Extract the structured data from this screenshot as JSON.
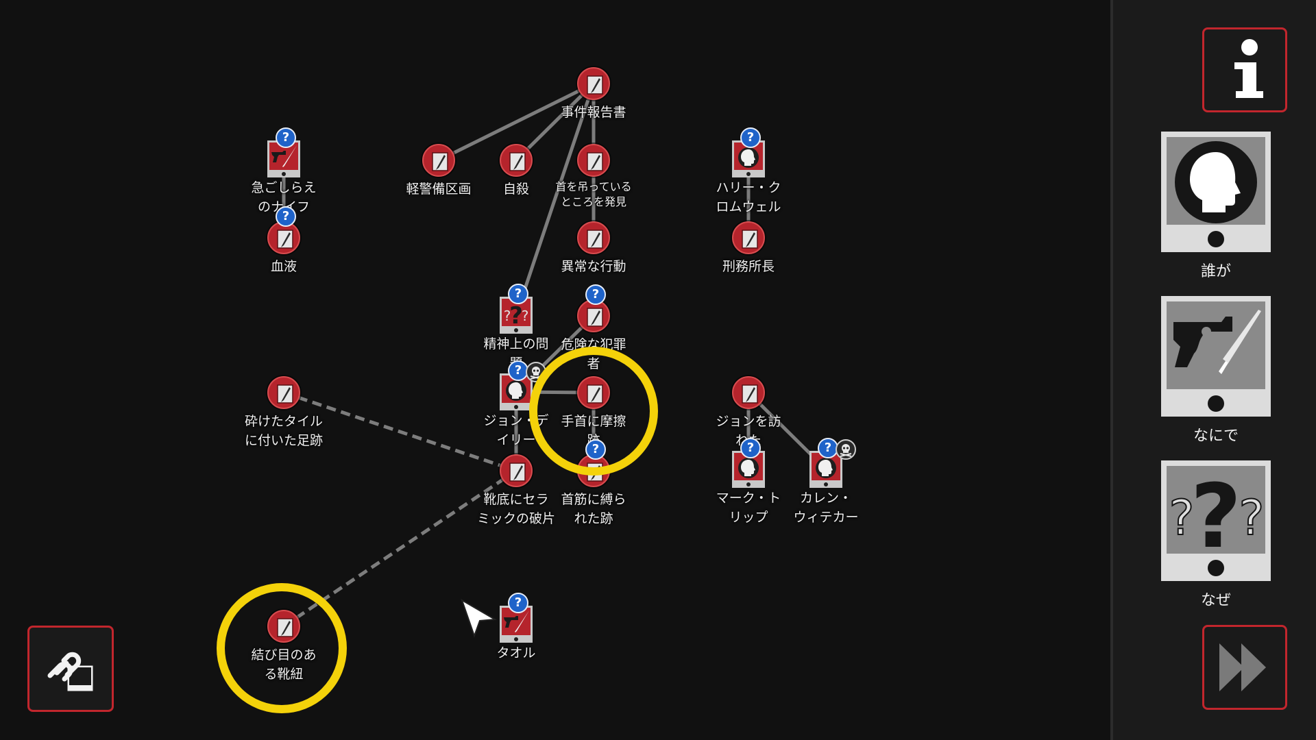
{
  "sidebar": {
    "info_icon": "info-icon",
    "cards": [
      {
        "id": "who",
        "label": "誰が",
        "icon": "head-silhouette-icon"
      },
      {
        "id": "how",
        "label": "なにで",
        "icon": "gun-knife-icon"
      },
      {
        "id": "why",
        "label": "なぜ",
        "icon": "question-marks-icon"
      }
    ],
    "next_icon": "fast-forward-icon"
  },
  "link_button_icon": "link-copy-icon",
  "nodes": [
    {
      "id": "incident-report",
      "label": "事件報告書",
      "type": "doc",
      "q": false,
      "skull": false
    },
    {
      "id": "hasty-knife",
      "label": "急ごしらえ\nのナイフ",
      "type": "weapon",
      "q": true,
      "skull": false
    },
    {
      "id": "light-security",
      "label": "軽警備区画",
      "type": "doc",
      "q": false,
      "skull": false
    },
    {
      "id": "suicide",
      "label": "自殺",
      "type": "doc",
      "q": false,
      "skull": false
    },
    {
      "id": "found-hanging",
      "label": "首を吊っている\nところを発見",
      "type": "doc",
      "q": false,
      "skull": false,
      "small": true
    },
    {
      "id": "harry-cromwell",
      "label": "ハリー・ク\nロムウェル",
      "type": "person",
      "q": true,
      "skull": false
    },
    {
      "id": "blood",
      "label": "血液",
      "type": "doc",
      "q": true,
      "skull": false
    },
    {
      "id": "unusual-behavior",
      "label": "異常な行動",
      "type": "doc",
      "q": false,
      "skull": false
    },
    {
      "id": "warden",
      "label": "刑務所長",
      "type": "doc",
      "q": false,
      "skull": false
    },
    {
      "id": "mental-problem",
      "label": "精神上の問\n題",
      "type": "motive",
      "q": true,
      "skull": false
    },
    {
      "id": "dangerous-criminal",
      "label": "危険な犯罪\n者",
      "type": "doc",
      "q": true,
      "skull": false
    },
    {
      "id": "footprint-tile",
      "label": "砕けたタイル\nに付いた足跡",
      "type": "doc",
      "q": false,
      "skull": false
    },
    {
      "id": "john-daily",
      "label": "ジョン・デ\nイリー",
      "type": "person",
      "q": true,
      "skull": true
    },
    {
      "id": "wrist-abrasion",
      "label": "手首に摩擦\n跡",
      "type": "doc",
      "q": false,
      "skull": false
    },
    {
      "id": "visited-john",
      "label": "ジョンを訪\nねた",
      "type": "doc",
      "q": false,
      "skull": false
    },
    {
      "id": "ceramic-shard",
      "label": "靴底にセラ\nミックの破片",
      "type": "doc",
      "q": false,
      "skull": false
    },
    {
      "id": "neck-marks",
      "label": "首筋に縛ら\nれた跡",
      "type": "doc",
      "q": true,
      "skull": false
    },
    {
      "id": "mark-tripp",
      "label": "マーク・ト\nリップ",
      "type": "person",
      "q": true,
      "skull": false
    },
    {
      "id": "karen-whitaker",
      "label": "カレン・\nウィテカー",
      "type": "person",
      "q": true,
      "skull": true
    },
    {
      "id": "knotted-lace",
      "label": "結び目のあ\nる靴紐",
      "type": "doc",
      "q": false,
      "skull": false
    },
    {
      "id": "towel",
      "label": "タオル",
      "type": "weapon",
      "q": true,
      "skull": false
    }
  ],
  "edges": [
    {
      "from": "incident-report",
      "to": "light-security",
      "style": "solid"
    },
    {
      "from": "incident-report",
      "to": "suicide",
      "style": "solid"
    },
    {
      "from": "incident-report",
      "to": "found-hanging",
      "style": "solid"
    },
    {
      "from": "incident-report",
      "to": "mental-problem",
      "style": "solid"
    },
    {
      "from": "found-hanging",
      "to": "unusual-behavior",
      "style": "solid"
    },
    {
      "from": "hasty-knife",
      "to": "blood",
      "style": "solid"
    },
    {
      "from": "harry-cromwell",
      "to": "warden",
      "style": "solid"
    },
    {
      "from": "dangerous-criminal",
      "to": "john-daily",
      "style": "solid"
    },
    {
      "from": "john-daily",
      "to": "wrist-abrasion",
      "style": "solid"
    },
    {
      "from": "john-daily",
      "to": "ceramic-shard",
      "style": "solid"
    },
    {
      "from": "wrist-abrasion",
      "to": "neck-marks",
      "style": "solid"
    },
    {
      "from": "visited-john",
      "to": "mark-tripp",
      "style": "solid"
    },
    {
      "from": "visited-john",
      "to": "karen-whitaker",
      "style": "solid"
    },
    {
      "from": "footprint-tile",
      "to": "ceramic-shard",
      "style": "dashed"
    },
    {
      "from": "knotted-lace",
      "to": "ceramic-shard",
      "style": "dashed"
    }
  ],
  "highlights": [
    "wrist-abrasion",
    "knotted-lace"
  ],
  "colors": {
    "accent_red": "#b5242c",
    "highlight_yellow": "#f4d20a",
    "question_blue": "#1f63c9"
  }
}
